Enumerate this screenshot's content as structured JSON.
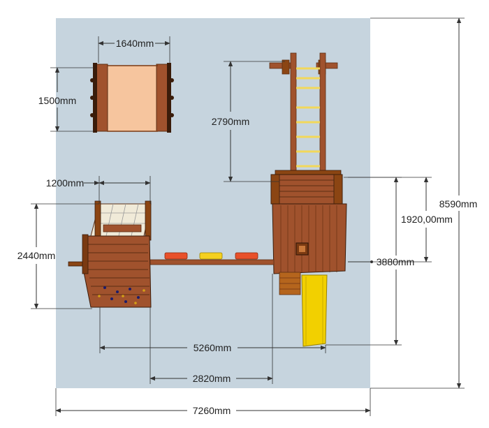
{
  "plan": {
    "colors": {
      "ground": "#c6d4de",
      "wood": "#a0522d",
      "wood_dark": "#5c2f14",
      "sand": "#f6c59e",
      "slide": "#f2d000",
      "ladder_rung": "#f2d85a",
      "seat_red": "#e8502a",
      "seat_yellow": "#f5d020",
      "dimension_line": "#333333"
    }
  },
  "dimensions": {
    "sandbox_width": "1640mm",
    "sandbox_depth": "1500mm",
    "swing_ladder_length": "2790mm",
    "cube_width": "1200mm",
    "cube_depth": "2440mm",
    "tower_height_to_deck": "1920,00mm",
    "slide_depth": "3880mm",
    "total_depth": "8590mm",
    "swing_beam_length": "5260mm",
    "beam_offset": "2820mm",
    "total_width": "7260mm"
  }
}
